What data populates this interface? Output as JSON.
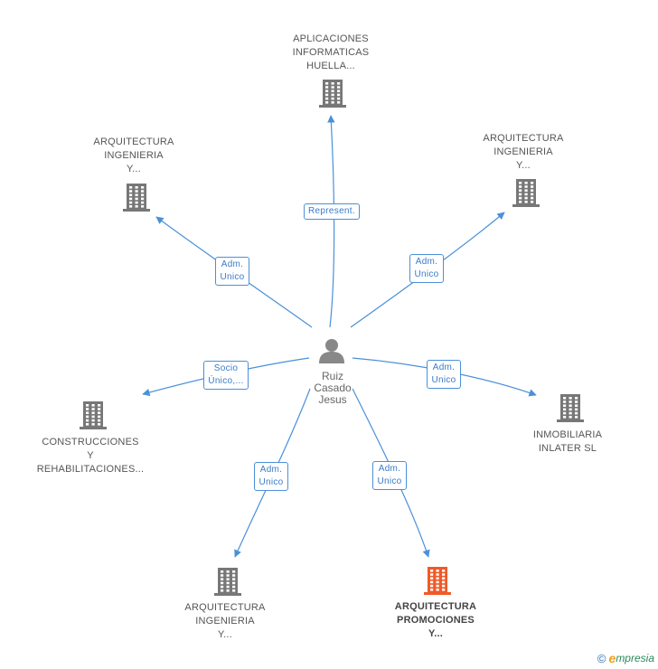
{
  "colors": {
    "edge": "#4a90d9",
    "node_icon": "#777777",
    "highlight_icon": "#f05a28",
    "person_icon": "#888888"
  },
  "center": {
    "icon": "person-icon",
    "lines": [
      "Ruiz",
      "Casado",
      "Jesus"
    ]
  },
  "nodes": [
    {
      "id": "aplicaciones",
      "lines": [
        "APLICACIONES",
        "INFORMATICAS",
        "HUELLA..."
      ],
      "edge_lines": [
        "Represent."
      ],
      "highlight": false
    },
    {
      "id": "arq-top-left",
      "lines": [
        "ARQUITECTURA",
        "INGENIERIA",
        "Y..."
      ],
      "edge_lines": [
        "Adm.",
        "Unico"
      ],
      "highlight": false
    },
    {
      "id": "arq-top-right",
      "lines": [
        "ARQUITECTURA",
        "INGENIERIA",
        "Y..."
      ],
      "edge_lines": [
        "Adm.",
        "Unico"
      ],
      "highlight": false
    },
    {
      "id": "construcciones",
      "lines": [
        "CONSTRUCCIONES",
        "Y",
        "REHABILITACIONES..."
      ],
      "edge_lines": [
        "Socio",
        "Único,..."
      ],
      "highlight": false
    },
    {
      "id": "inmobiliaria",
      "lines": [
        "INMOBILIARIA",
        "INLATER SL"
      ],
      "edge_lines": [
        "Adm.",
        "Unico"
      ],
      "highlight": false
    },
    {
      "id": "arq-bottom-left",
      "lines": [
        "ARQUITECTURA",
        "INGENIERIA",
        "Y..."
      ],
      "edge_lines": [
        "Adm.",
        "Unico"
      ],
      "highlight": false
    },
    {
      "id": "arq-promociones",
      "lines": [
        "ARQUITECTURA",
        "PROMOCIONES",
        "Y..."
      ],
      "edge_lines": [
        "Adm.",
        "Unico"
      ],
      "highlight": true
    }
  ],
  "footer": {
    "copyright": "©",
    "brand_first": "e",
    "brand_rest": "mpresia"
  }
}
